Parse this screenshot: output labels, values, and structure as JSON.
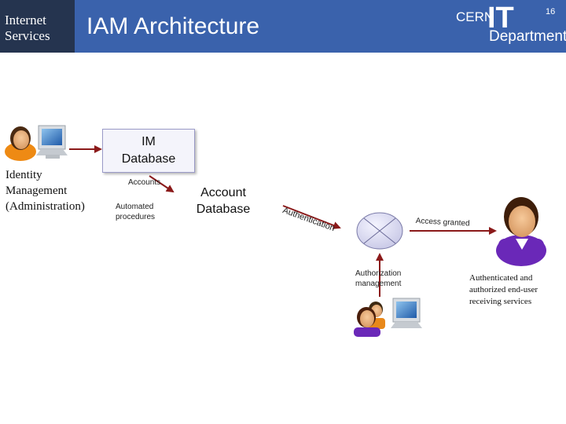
{
  "header": {
    "org": "Internet\nServices",
    "title": "IAM Architecture",
    "logo": {
      "cern": "CERN",
      "it": "IT",
      "department": "Department"
    },
    "slide_number": "16"
  },
  "diagram": {
    "identity_management": "Identity\nManagement\n(Administration)",
    "im_database": "IM\nDatabase",
    "accounts": "Accounts",
    "automated_procedures": "Automated\nprocedures",
    "account_database": "Account\nDatabase",
    "authentication": "Authentication",
    "access_granted": "Access granted",
    "authorization_management": "Authorization\nmanagement",
    "end_user": "Authenticated and\nauthorized end-user\nreceiving services"
  },
  "colors": {
    "header_blue": "#3a62ac",
    "header_dark": "#25344f",
    "arrow": "#8b1a1a"
  },
  "icons": [
    "admin-person-icon",
    "computer-monitor-icon",
    "end-user-person-icon",
    "authorization-node-icon",
    "authorization-admin-icon"
  ]
}
